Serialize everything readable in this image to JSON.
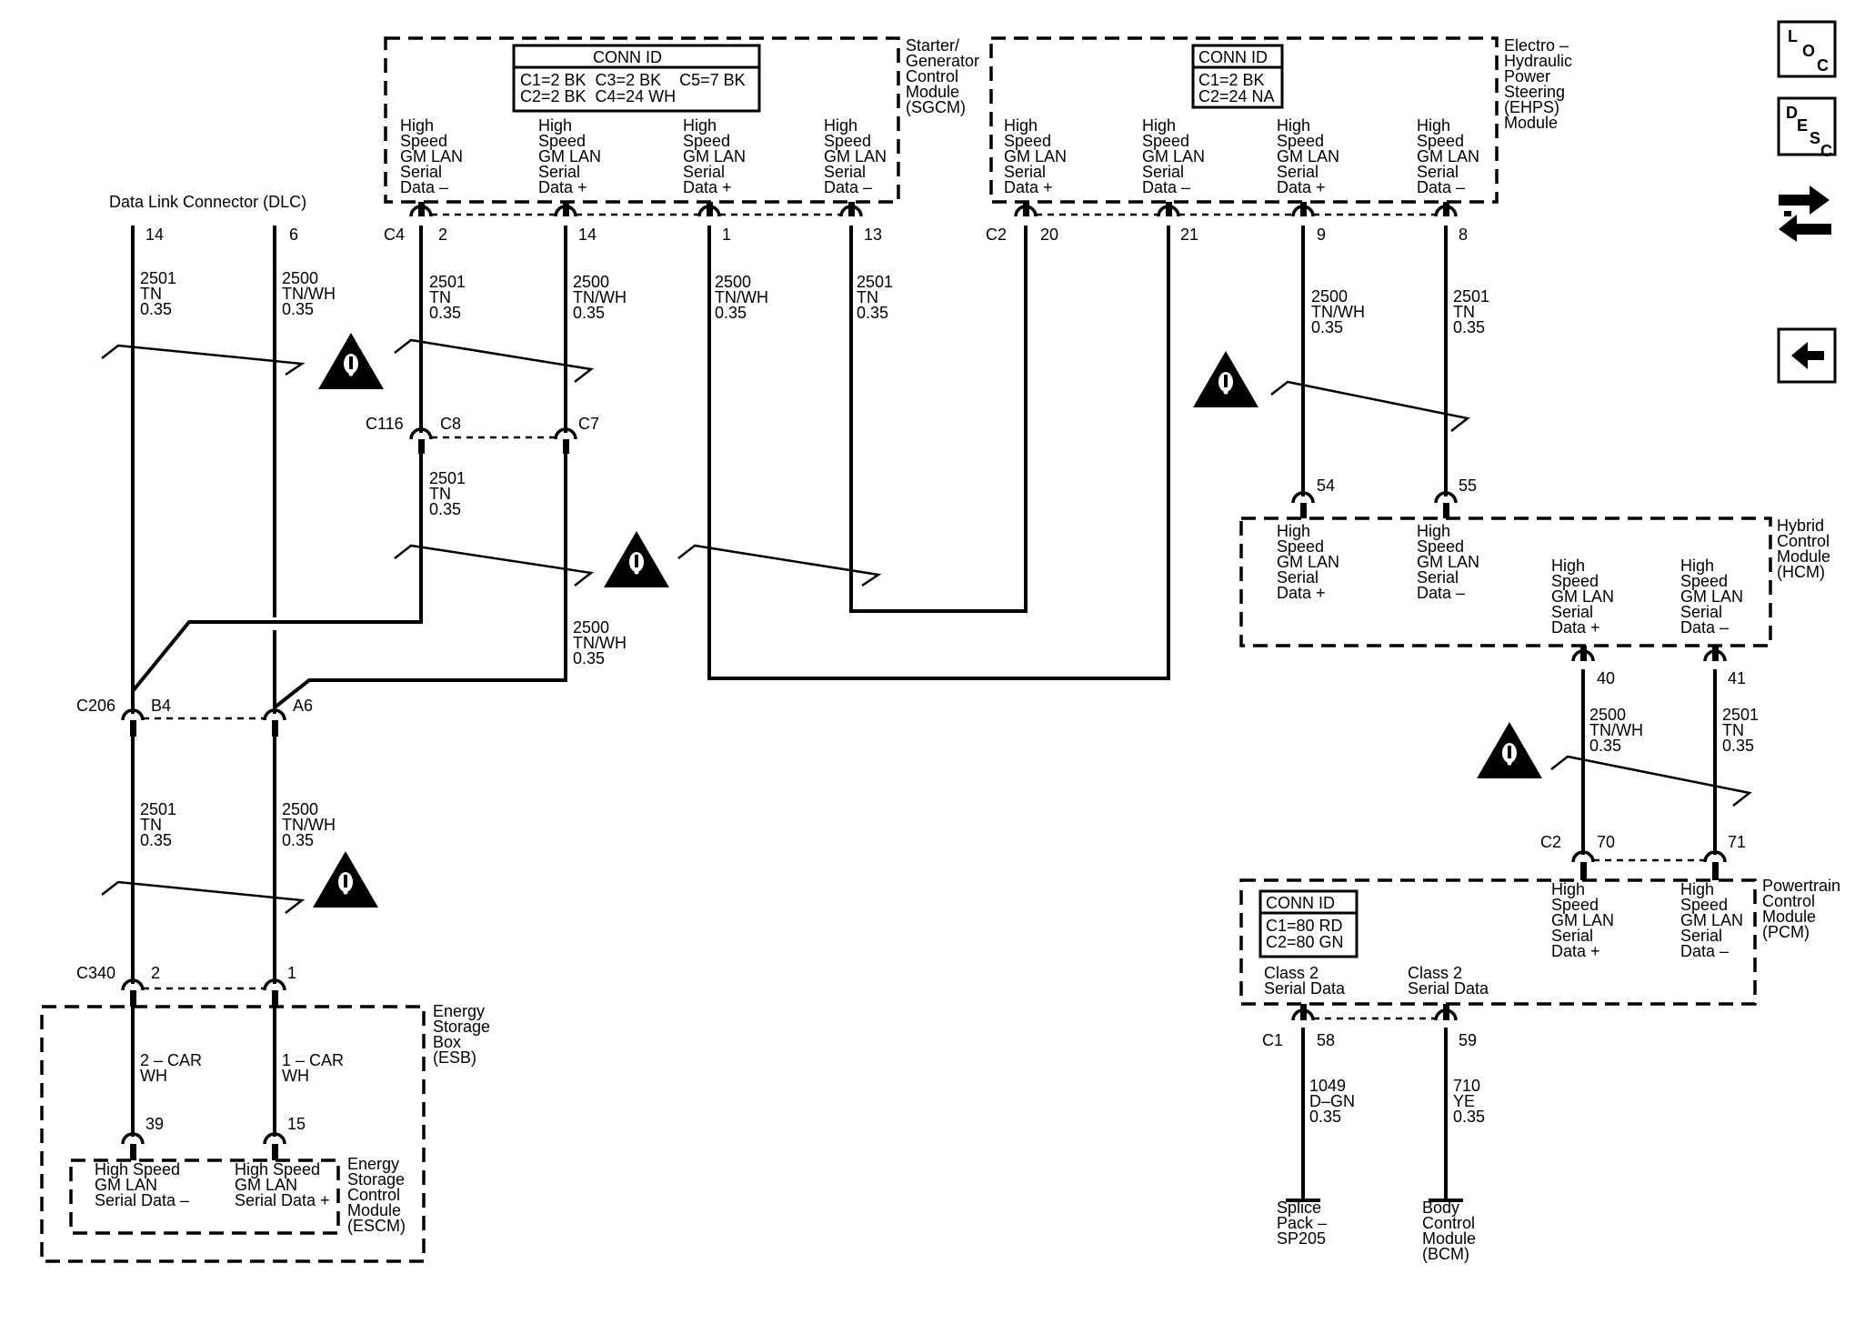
{
  "modules": {
    "sgcm": {
      "name_lines": [
        "Starter/",
        "Generator",
        "Control",
        "Module",
        "(SGCM)"
      ]
    },
    "ehps": {
      "name_lines": [
        "Electro –",
        "Hydraulic",
        "Power",
        "Steering",
        "(EHPS)",
        "Module"
      ]
    },
    "hcm": {
      "name_lines": [
        "Hybrid",
        "Control",
        "Module",
        "(HCM)"
      ]
    },
    "pcm": {
      "name_lines": [
        "Powertrain",
        "Control",
        "Module",
        "(PCM)"
      ]
    },
    "esb": {
      "name_lines": [
        "Energy",
        "Storage",
        "Box",
        "(ESB)"
      ]
    },
    "escm": {
      "name_lines": [
        "Energy",
        "Storage",
        "Control",
        "Module",
        "(ESCM)"
      ]
    },
    "dlc": {
      "name": "Data Link Connector (DLC)"
    }
  },
  "conn_id": {
    "title": "CONN ID",
    "sgcm": [
      "C1=2 BK  C3=2 BK    C5=7 BK",
      "C2=2 BK  C4=24 WH"
    ],
    "ehps": [
      "C1=2 BK",
      "C2=24 NA"
    ],
    "pcm": [
      "C1=80 RD",
      "C2=80 GN"
    ]
  },
  "circuits": {
    "sgcm_p2": [
      "High",
      "Speed",
      "GM LAN",
      "Serial",
      "Data –"
    ],
    "sgcm_p14": [
      "High",
      "Speed",
      "GM LAN",
      "Serial",
      "Data +"
    ],
    "sgcm_p1": [
      "High",
      "Speed",
      "GM LAN",
      "Serial",
      "Data +"
    ],
    "sgcm_p13": [
      "High",
      "Speed",
      "GM LAN",
      "Serial",
      "Data –"
    ],
    "ehps_p20": [
      "High",
      "Speed",
      "GM LAN",
      "Serial",
      "Data +"
    ],
    "ehps_p21": [
      "High",
      "Speed",
      "GM LAN",
      "Serial",
      "Data –"
    ],
    "ehps_p9": [
      "High",
      "Speed",
      "GM LAN",
      "Serial",
      "Data +"
    ],
    "ehps_p8": [
      "High",
      "Speed",
      "GM LAN",
      "Serial",
      "Data –"
    ],
    "hcm_p54": [
      "High",
      "Speed",
      "GM LAN",
      "Serial",
      "Data +"
    ],
    "hcm_p55": [
      "High",
      "Speed",
      "GM LAN",
      "Serial",
      "Data –"
    ],
    "hcm_p40": [
      "High",
      "Speed",
      "GM LAN",
      "Serial",
      "Data +"
    ],
    "hcm_p41": [
      "High",
      "Speed",
      "GM LAN",
      "Serial",
      "Data –"
    ],
    "pcm_p70": [
      "High",
      "Speed",
      "GM LAN",
      "Serial",
      "Data +"
    ],
    "pcm_p71": [
      "High",
      "Speed",
      "GM LAN",
      "Serial",
      "Data –"
    ],
    "pcm_c2_58": [
      "Class 2",
      "Serial Data"
    ],
    "pcm_c2_59": [
      "Class 2",
      "Serial Data"
    ],
    "escm_p39": [
      "High Speed",
      "GM LAN",
      "Serial Data –"
    ],
    "escm_p15": [
      "High Speed",
      "GM LAN",
      "Serial Data +"
    ]
  },
  "connectors": {
    "c4": "C4",
    "c2_sgcm": "C2",
    "c116": "C116",
    "c8": "C8",
    "c7": "C7",
    "c206": "C206",
    "b4": "B4",
    "a6": "A6",
    "c340": "C340",
    "c2_pcm": "C2",
    "c1_pcm": "C1"
  },
  "pins": {
    "dlc14": "14",
    "dlc6": "6",
    "sg2": "2",
    "sg14": "14",
    "sg1": "1",
    "sg13": "13",
    "eh20": "20",
    "eh21": "21",
    "eh9": "9",
    "eh8": "8",
    "h54": "54",
    "h55": "55",
    "h40": "40",
    "h41": "41",
    "p70": "70",
    "p71": "71",
    "p58": "58",
    "p59": "59",
    "e2": "2",
    "e1": "1",
    "e39": "39",
    "e15": "15"
  },
  "wires": {
    "w_dlc14": [
      "2501",
      "TN",
      "0.35"
    ],
    "w_dlc6": [
      "2500",
      "TN/WH",
      "0.35"
    ],
    "w_sg2": [
      "2501",
      "TN",
      "0.35"
    ],
    "w_sg14": [
      "2500",
      "TN/WH",
      "0.35"
    ],
    "w_sg1": [
      "2500",
      "TN/WH",
      "0.35"
    ],
    "w_sg13": [
      "2501",
      "TN",
      "0.35"
    ],
    "w_eh9": [
      "2500",
      "TN/WH",
      "0.35"
    ],
    "w_eh8": [
      "2501",
      "TN",
      "0.35"
    ],
    "w_c8": [
      "2501",
      "TN",
      "0.35"
    ],
    "w_c7": [
      "2500",
      "TN/WH",
      "0.35"
    ],
    "w_b4": [
      "2501",
      "TN",
      "0.35"
    ],
    "w_a6": [
      "2500",
      "TN/WH",
      "0.35"
    ],
    "w_h40": [
      "2500",
      "TN/WH",
      "0.35"
    ],
    "w_h41": [
      "2501",
      "TN",
      "0.35"
    ],
    "w_e2": [
      "2 – CAR",
      "WH"
    ],
    "w_e1": [
      "1 – CAR",
      "WH"
    ],
    "w_p58": [
      "1049",
      "D–GN",
      "0.35"
    ],
    "w_p59": [
      "710",
      "YE",
      "0.35"
    ]
  },
  "destinations": {
    "splice": [
      "Splice",
      "Pack –",
      "SP205"
    ],
    "bcm": [
      "Body",
      "Control",
      "Module",
      "(BCM)"
    ]
  },
  "nav_icons": {
    "loc": [
      "L",
      "O",
      "C"
    ],
    "desc": [
      "D",
      "E",
      "S",
      "C"
    ],
    "back": "back-arrow-icon",
    "connector": "connector-icon"
  }
}
